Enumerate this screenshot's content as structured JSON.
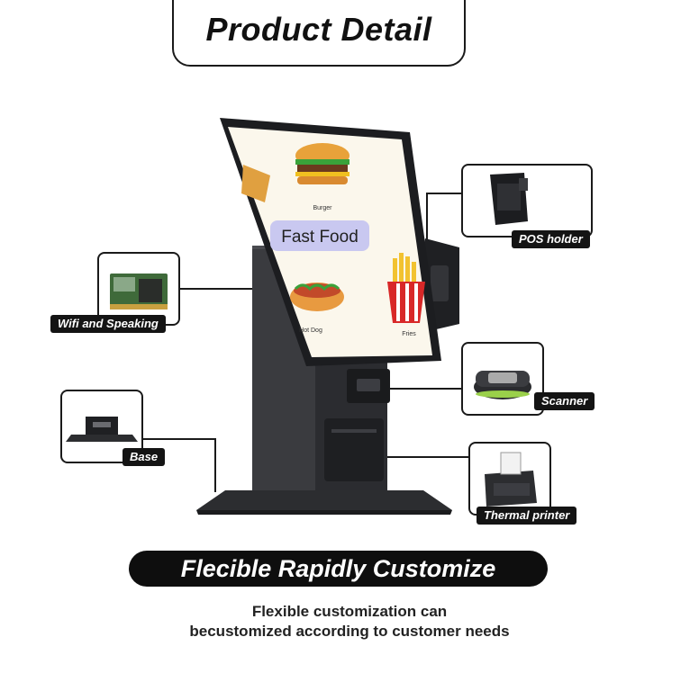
{
  "header": {
    "title": "Product Detail"
  },
  "kiosk_screen": {
    "banner": "Fast Food",
    "items": [
      "Burger",
      "Fries",
      "Hot Dog"
    ]
  },
  "callouts": {
    "pos_holder": "POS holder",
    "wifi": "Wifi and Speaking",
    "scanner": "Scanner",
    "base": "Base",
    "printer": "Thermal printer"
  },
  "banner": {
    "text": "Flecible Rapidly Customize"
  },
  "description": {
    "line1": "Flexible customization can",
    "line2": "becustomized according to customer needs"
  }
}
